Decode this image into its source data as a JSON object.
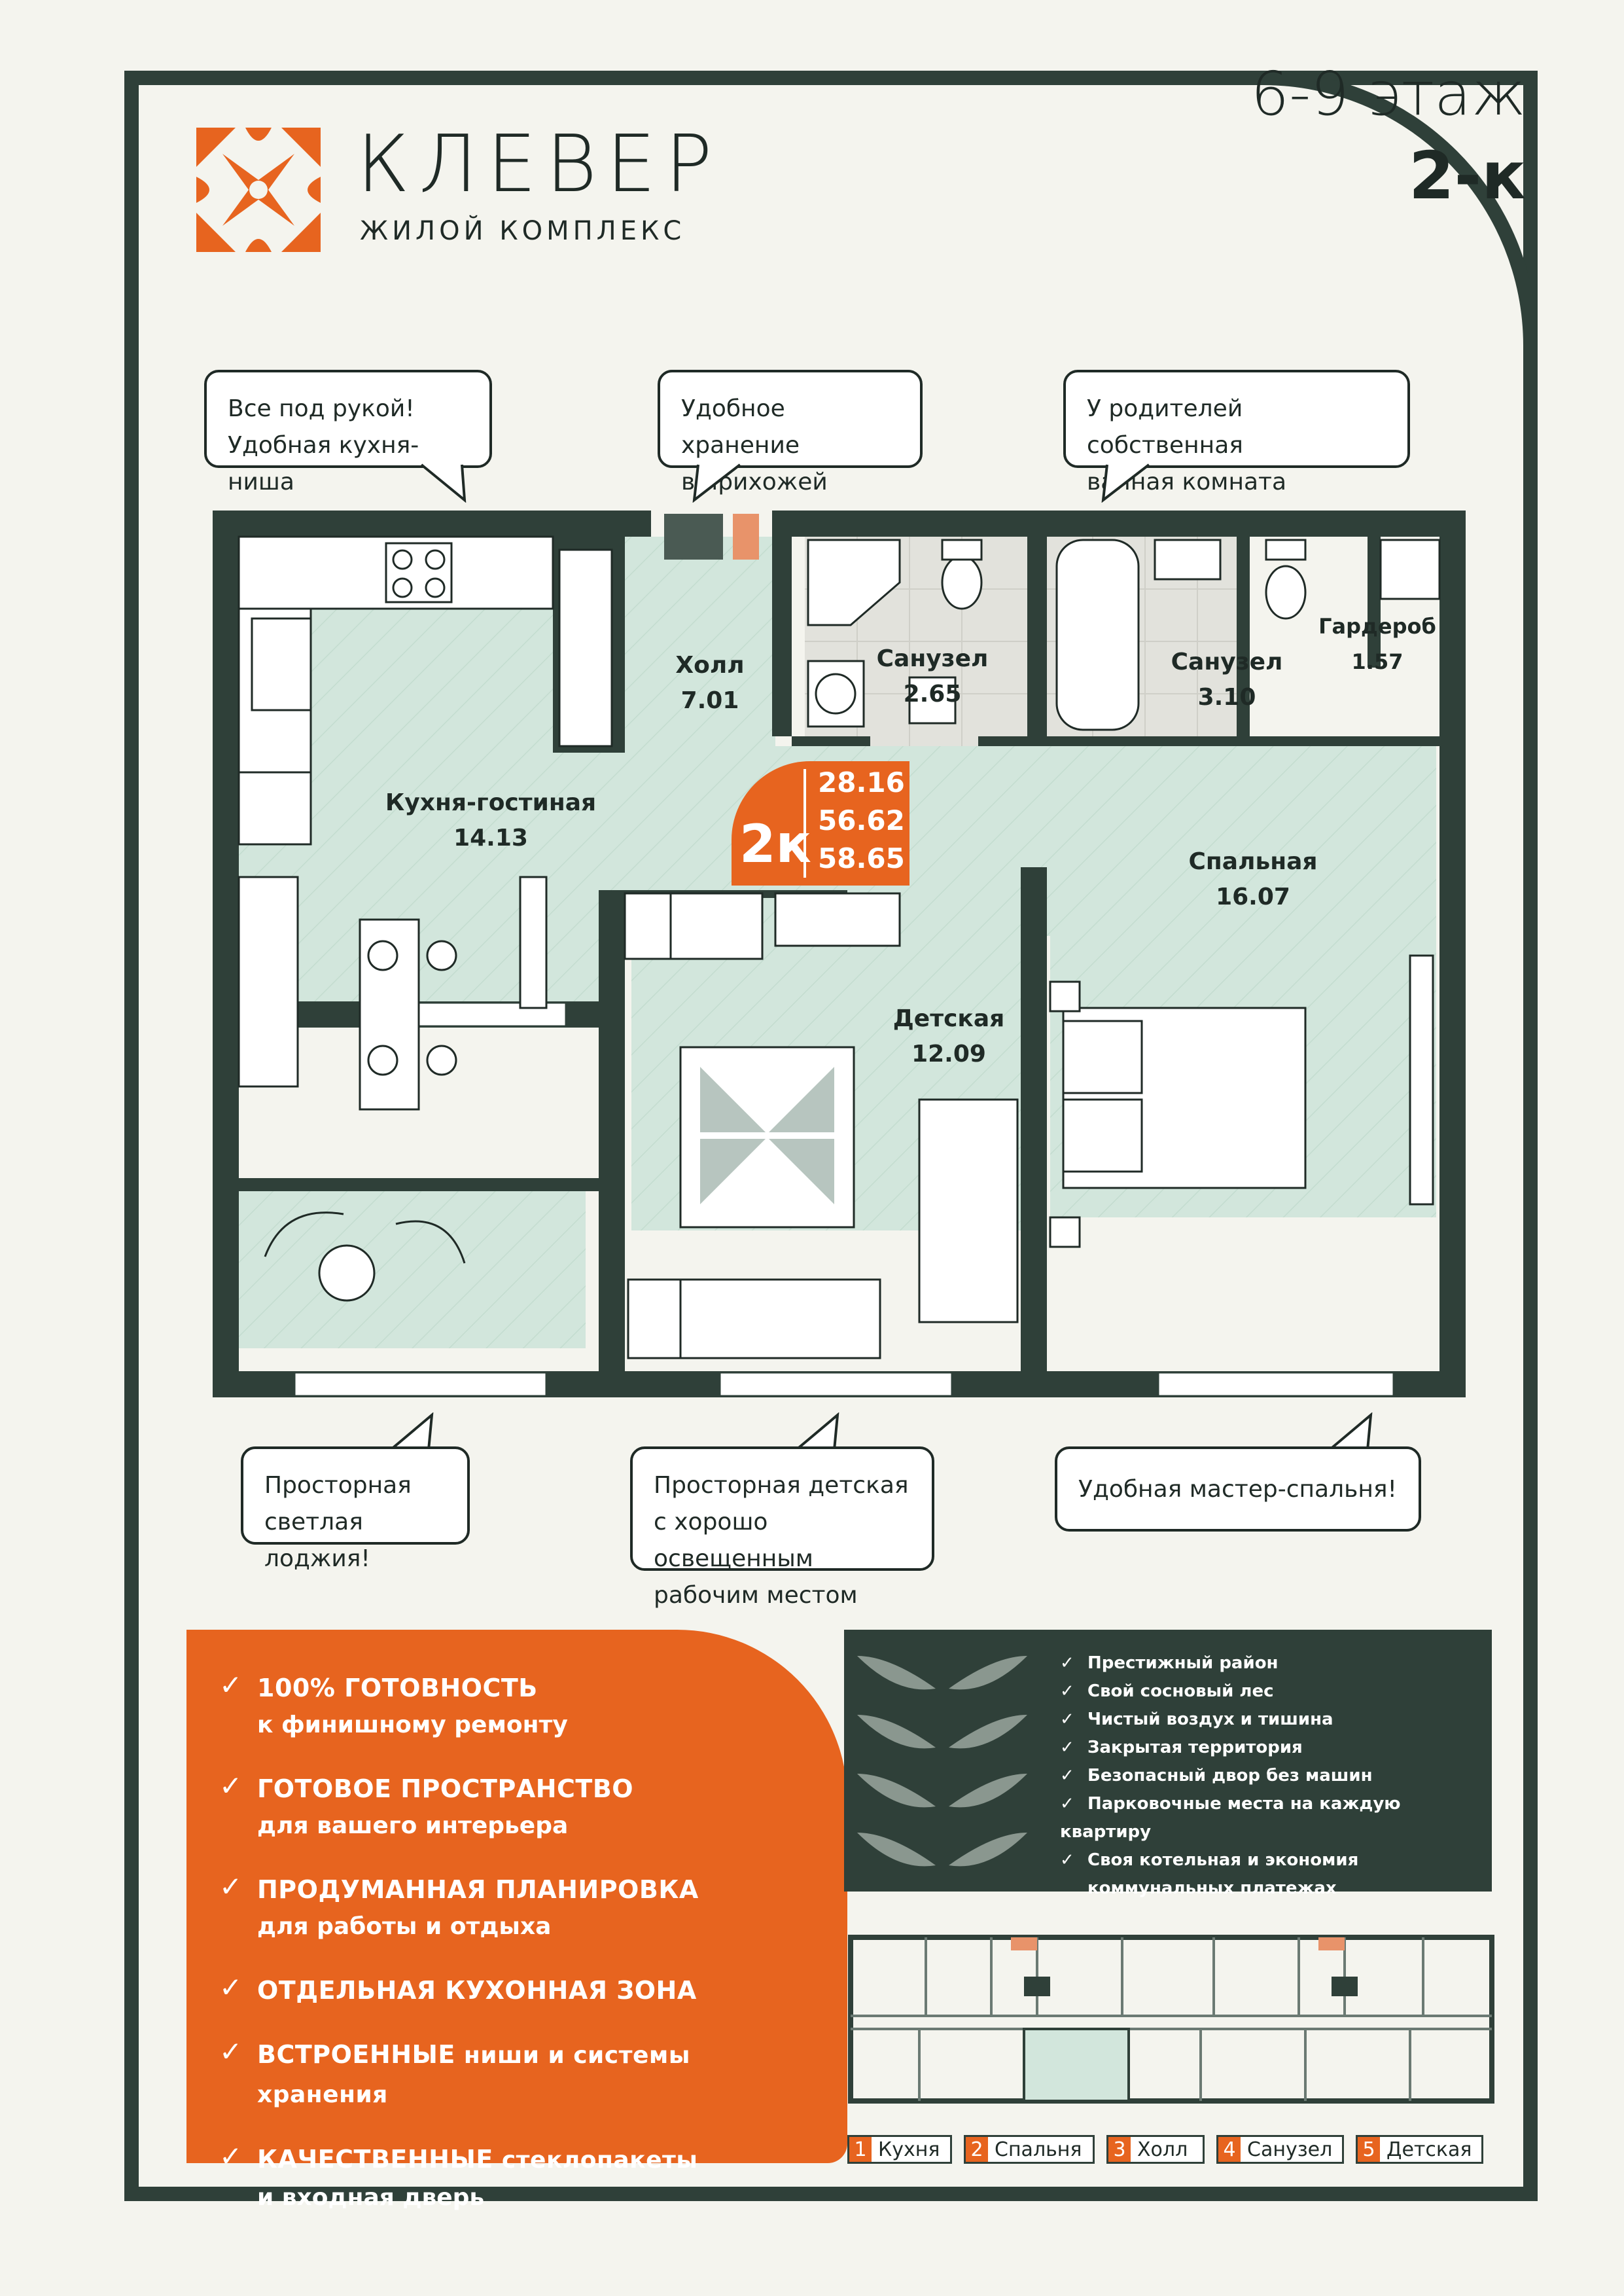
{
  "brand": {
    "name": "КЛЕВЕР",
    "subtitle": "ЖИЛОЙ КОМПЛЕКС"
  },
  "header": {
    "floor": "6-9 этаж",
    "type": "2-к"
  },
  "callouts_top": [
    {
      "line1": "Все под рукой!",
      "line2": "Удобная кухня-ниша"
    },
    {
      "line1": "Удобное хранение",
      "line2": "в прихожей"
    },
    {
      "line1": "У родителей собственная",
      "line2": "ванная комната"
    }
  ],
  "callouts_bottom": [
    {
      "line1": "Просторная",
      "line2": "светлая лоджия!",
      "line3": ""
    },
    {
      "line1": "Просторная детская",
      "line2": "с хорошо освещенным",
      "line3": "рабочим местом"
    },
    {
      "line1": "Удобная мастер-спальня!",
      "line2": "",
      "line3": ""
    }
  ],
  "rooms": {
    "hall": {
      "name": "Холл",
      "area": "7.01"
    },
    "bath1": {
      "name": "Санузел",
      "area": "2.65"
    },
    "bath2": {
      "name": "Санузел",
      "area": "3.10"
    },
    "wardrobe": {
      "name": "Гардероб",
      "area": "1.57"
    },
    "kitchen": {
      "name": "Кухня-гостиная",
      "area": "14.13"
    },
    "bedroom": {
      "name": "Спальная",
      "area": "16.07"
    },
    "kids": {
      "name": "Детская",
      "area": "12.09"
    }
  },
  "area_badge": {
    "type": "2к",
    "living": "28.16",
    "total": "56.62",
    "total_balcony": "58.65"
  },
  "features": [
    {
      "bold": "100% ГОТОВНОСТЬ",
      "rest": "",
      "line2": "к финишному ремонту"
    },
    {
      "bold": "ГОТОВОЕ ПРОСТРАНСТВО",
      "rest": "",
      "line2": "для вашего интерьера"
    },
    {
      "bold": "ПРОДУМАННАЯ ПЛАНИРОВКА",
      "rest": "",
      "line2": "для работы и отдыха"
    },
    {
      "bold": "ОТДЕЛЬНАЯ КУХОННАЯ ЗОНА",
      "rest": "",
      "line2": ""
    },
    {
      "bold": "ВСТРОЕННЫЕ",
      "rest": " ниши и системы хранения",
      "line2": ""
    },
    {
      "bold": "КАЧЕСТВЕННЫЕ",
      "rest": " стеклопакеты",
      "line2": "и входная дверь"
    }
  ],
  "benefits": [
    "Престижный район",
    "Свой сосновый лес",
    "Чистый воздух и тишина",
    "Закрытая территория",
    "Безопасный двор без машин",
    "Парковочные места на каждую квартиру",
    "Своя котельная и экономия",
    "коммунальных платежах"
  ],
  "legend": [
    {
      "num": "1",
      "label": "Кухня"
    },
    {
      "num": "2",
      "label": "Спальня"
    },
    {
      "num": "3",
      "label": "Холл"
    },
    {
      "num": "4",
      "label": "Санузел"
    },
    {
      "num": "5",
      "label": "Детская"
    }
  ],
  "colors": {
    "dark_green": "#2f4039",
    "orange": "#e7641f",
    "mint": "#d2e6dc",
    "paper": "#f4f4ee"
  }
}
